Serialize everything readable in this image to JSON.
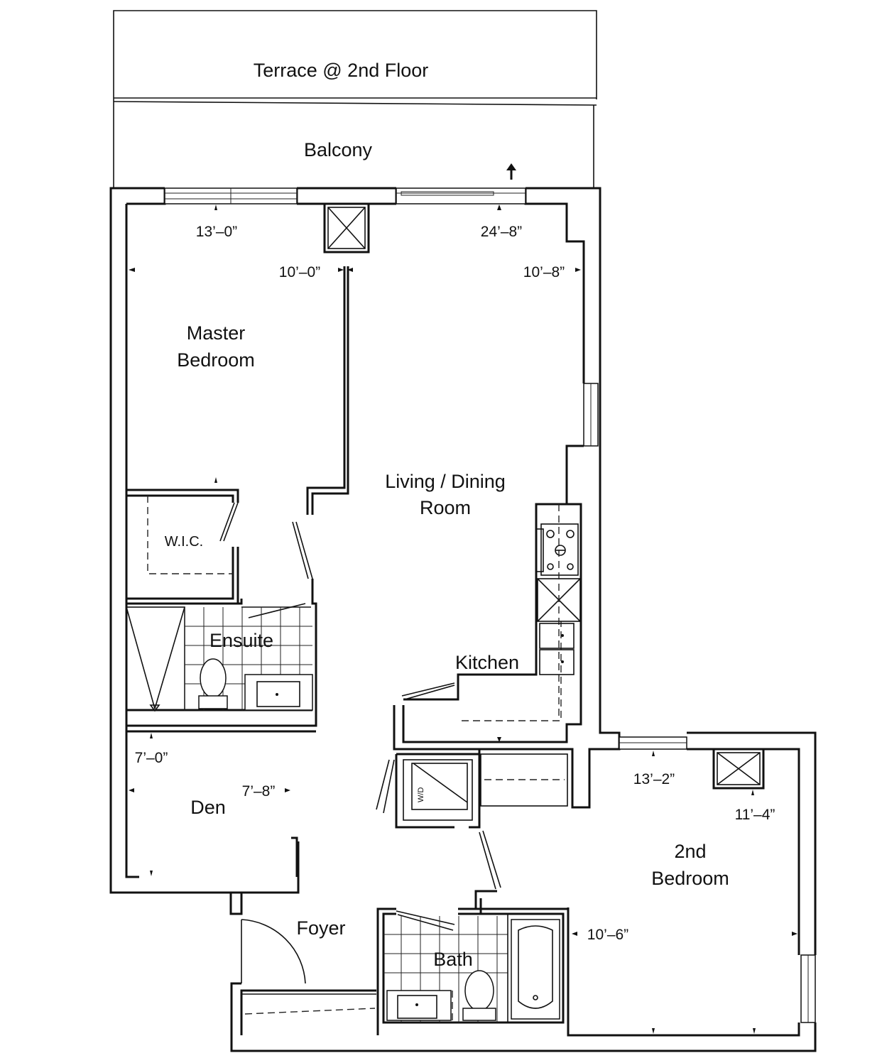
{
  "rooms": {
    "terrace": "Terrace @ 2nd Floor",
    "balcony": "Balcony",
    "master_line1": "Master",
    "master_line2": "Bedroom",
    "living_line1": "Living / Dining",
    "living_line2": "Room",
    "wic": "W.I.C.",
    "ensuite": "Ensuite",
    "kitchen": "Kitchen",
    "den": "Den",
    "second_line1": "2nd",
    "second_line2": "Bedroom",
    "foyer": "Foyer",
    "bath": "Bath",
    "wd": "W/D"
  },
  "dimensions": {
    "master_width": "13’–0”",
    "master_depth": "10’–0”",
    "living_width": "24’–8”",
    "living_depth": "10’–8”",
    "den_width": "7’–0”",
    "den_depth": "7’–8”",
    "second_width": "13’–2”",
    "second_depth": "11’–4”",
    "second_side": "10’–6”"
  },
  "colors": {
    "line": "#111111",
    "background": "#ffffff"
  }
}
